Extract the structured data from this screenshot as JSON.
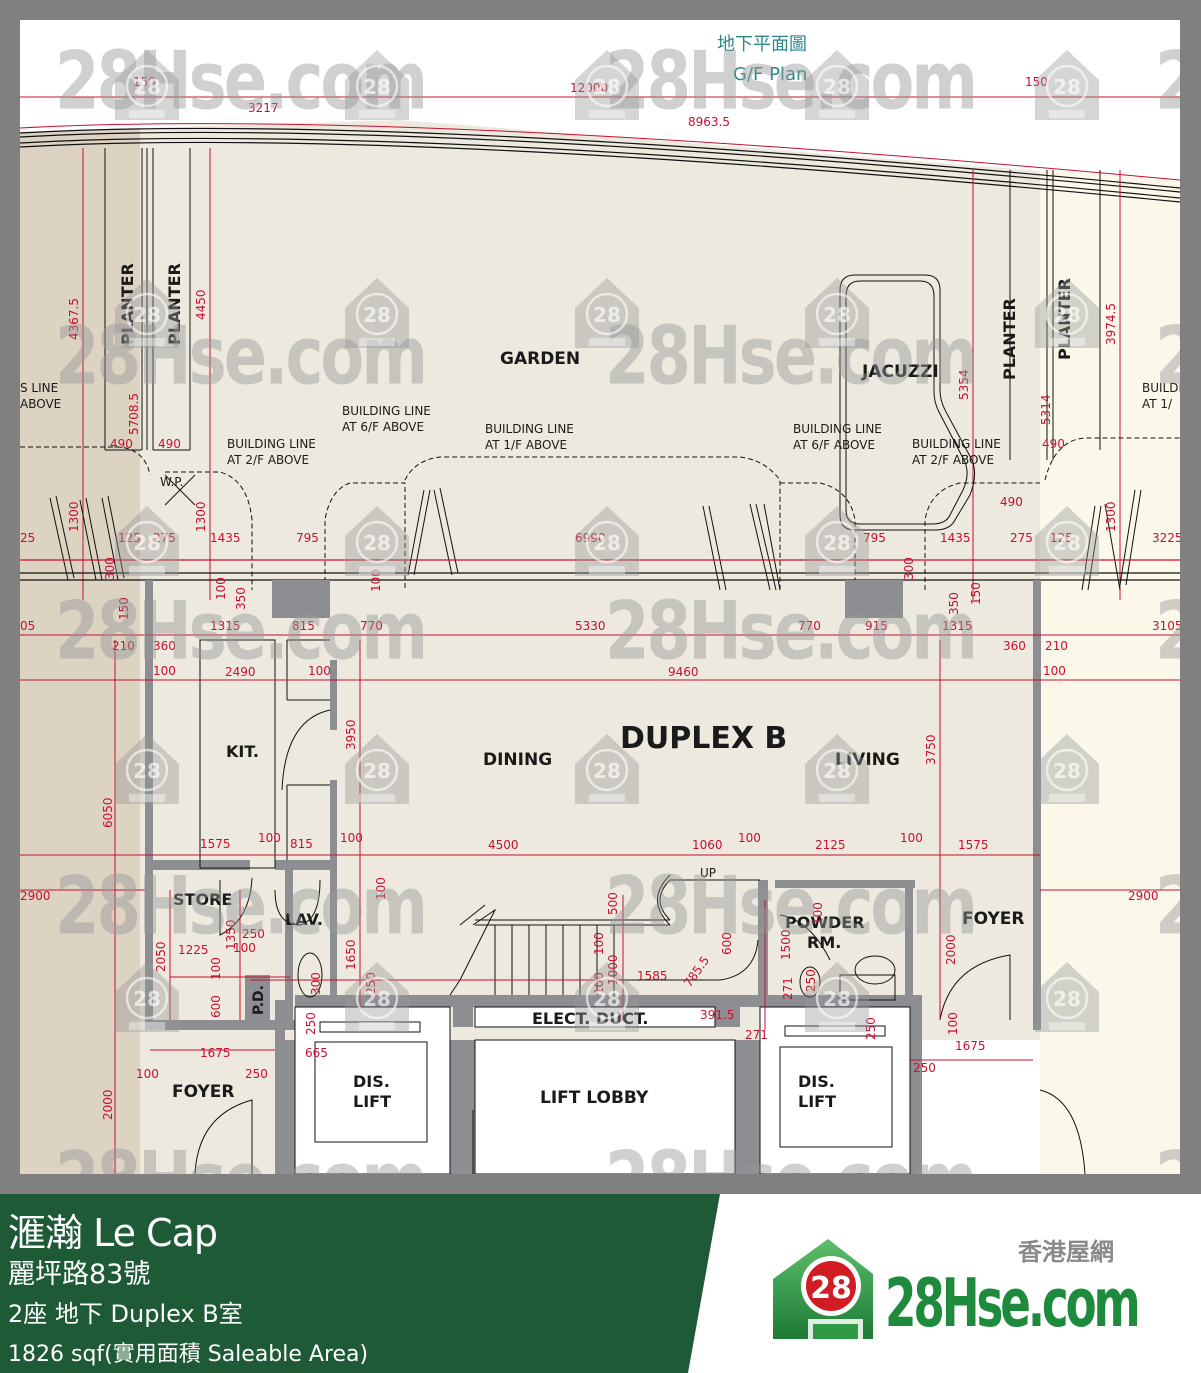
{
  "plan": {
    "title_cn": "地下平面圖",
    "title_en": "G/F Plan",
    "unit_label": "DUPLEX B",
    "rooms": {
      "garden": "GARDEN",
      "jacuzzi": "JACUZZI",
      "planter": "PLANTER",
      "kitchen": "KIT.",
      "dining": "DINING",
      "living": "LIVING",
      "store": "STORE",
      "lavatory": "LAV.",
      "pipe_duct": "P.D.",
      "powder_room_1": "POWDER",
      "powder_room_2": "RM.",
      "foyer": "FOYER",
      "elect_duct": "ELECT. DUCT.",
      "dis_lift_1": "DIS.",
      "dis_lift_2": "LIFT",
      "lift_lobby": "LIFT LOBBY",
      "wp": "W.P.",
      "up": "UP"
    },
    "notes": {
      "bl_2f_1": "BUILDING LINE",
      "bl_2f_2": "AT 2/F ABOVE",
      "bl_6f_1": "BUILDING LINE",
      "bl_6f_2": "AT 6/F ABOVE",
      "bl_1f_1": "BUILDING LINE",
      "bl_1f_2": "AT 1/F ABOVE",
      "bl_left_1": "S LINE",
      "bl_left_2": "ABOVE",
      "bl_right_1": "BUILDI",
      "bl_right_2": "AT 1/"
    },
    "dimensions": {
      "top": [
        "150",
        "12000",
        "150",
        "3217",
        "8963.5"
      ],
      "vertical_top": [
        "4367.5",
        "4450",
        "5708.5",
        "5354",
        "5314",
        "3974.5",
        "1300",
        "1300",
        "1300"
      ],
      "row_windows": [
        "25",
        "125",
        "275",
        "1435",
        "795",
        "6990",
        "795",
        "1435",
        "275",
        "125",
        "3225",
        "490",
        "490",
        "490",
        "490"
      ],
      "row_1": [
        "05",
        "210",
        "360",
        "1315",
        "815",
        "770",
        "5330",
        "770",
        "915",
        "1315",
        "360",
        "210",
        "3105"
      ],
      "row_2": [
        "100",
        "2490",
        "100",
        "9460",
        "100"
      ],
      "vertical_mid": [
        "3950",
        "3750",
        "6050"
      ],
      "row_3": [
        "1575",
        "100",
        "815",
        "100",
        "4500",
        "1060",
        "100",
        "2125",
        "100",
        "1575"
      ],
      "side": [
        "2900",
        "2900"
      ],
      "store_lav": [
        "2050",
        "1350",
        "1225",
        "250",
        "100",
        "1650",
        "250",
        "300",
        "600",
        "100",
        "100"
      ],
      "stair": [
        "500",
        "100",
        "1000",
        "100",
        "1585",
        "600",
        "785.5",
        "1500",
        "100",
        "271",
        "250",
        "391.5",
        "271",
        "250",
        "2000",
        "100"
      ],
      "bottom": [
        "1675",
        "100",
        "250",
        "665",
        "2000",
        "250",
        "1675",
        "250"
      ],
      "small": [
        "150",
        "300",
        "100",
        "350",
        "300",
        "100",
        "150",
        "350"
      ]
    }
  },
  "footer": {
    "estate_name": "滙瀚 Le Cap",
    "address": "麗坪路83號",
    "unit": "2座 地下 Duplex B室",
    "area": "1826 sqf(實用面積 Saleable Area)",
    "brand_cn": "香港屋網",
    "brand": "28Hse.com",
    "logo_badge": "28"
  },
  "watermark": {
    "text": "28Hse.com",
    "badge": "28"
  },
  "colors": {
    "footer_green": "#1d5a35",
    "brand_green": "#1e8a3c",
    "badge_red": "#d01c22",
    "dimension_red": "#c8102e",
    "title_teal": "#2a8a8a",
    "floor_beige": "#ede9de",
    "left_strip": "#dcd3c3",
    "right_strip": "#fbf8ea",
    "wall_grey": "#8c8e91"
  }
}
